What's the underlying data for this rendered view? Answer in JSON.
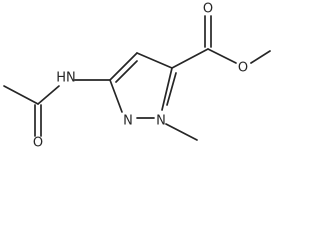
{
  "structure": {
    "atoms": {
      "carbonyl_oxygen": "O",
      "ester_oxygen": "O",
      "amide_oxygen": "O",
      "amide_nitrogen": "HN",
      "ring_nitrogen_2": "N",
      "ring_nitrogen_1": "N"
    }
  }
}
